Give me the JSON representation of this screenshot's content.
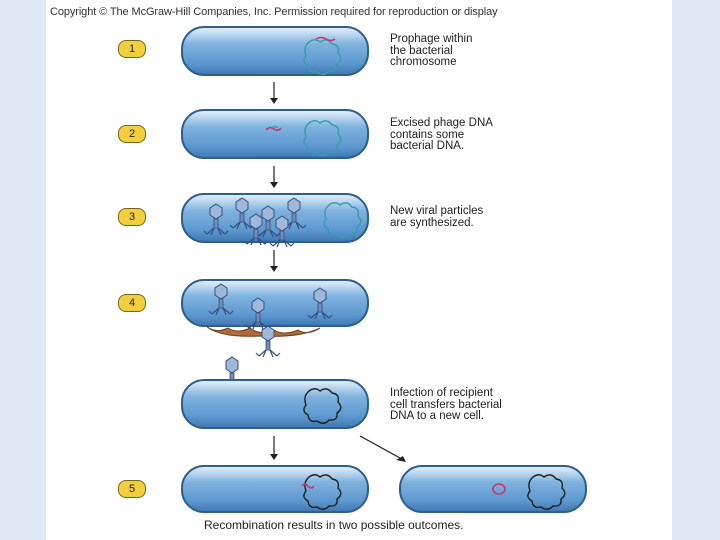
{
  "copyright": "Copyright © The McGraw-Hill Companies, Inc. Permission required for reproduction or display",
  "steps": [
    {
      "number": "1",
      "caption": "Prophage within\nthe bacterial\nchromosome"
    },
    {
      "number": "2",
      "caption": "Excised phage DNA\ncontains some\nbacterial DNA."
    },
    {
      "number": "3",
      "caption": "New viral particles\nare synthesized."
    },
    {
      "number": "4",
      "caption": ""
    },
    {
      "number": "5",
      "caption": ""
    }
  ],
  "infection_caption": "Infection of recipient\ncell transfers bacterial\nDNA to a new cell.",
  "outcome_caption": "Recombination results in two possible outcomes.",
  "colors": {
    "cell_fill": "#6fa6d6",
    "cell_outline": "#2f5f8e",
    "bacterial_dna": "#3a9bb0",
    "phage_dna": "#d2336b",
    "badge": "#f2cf3c"
  }
}
